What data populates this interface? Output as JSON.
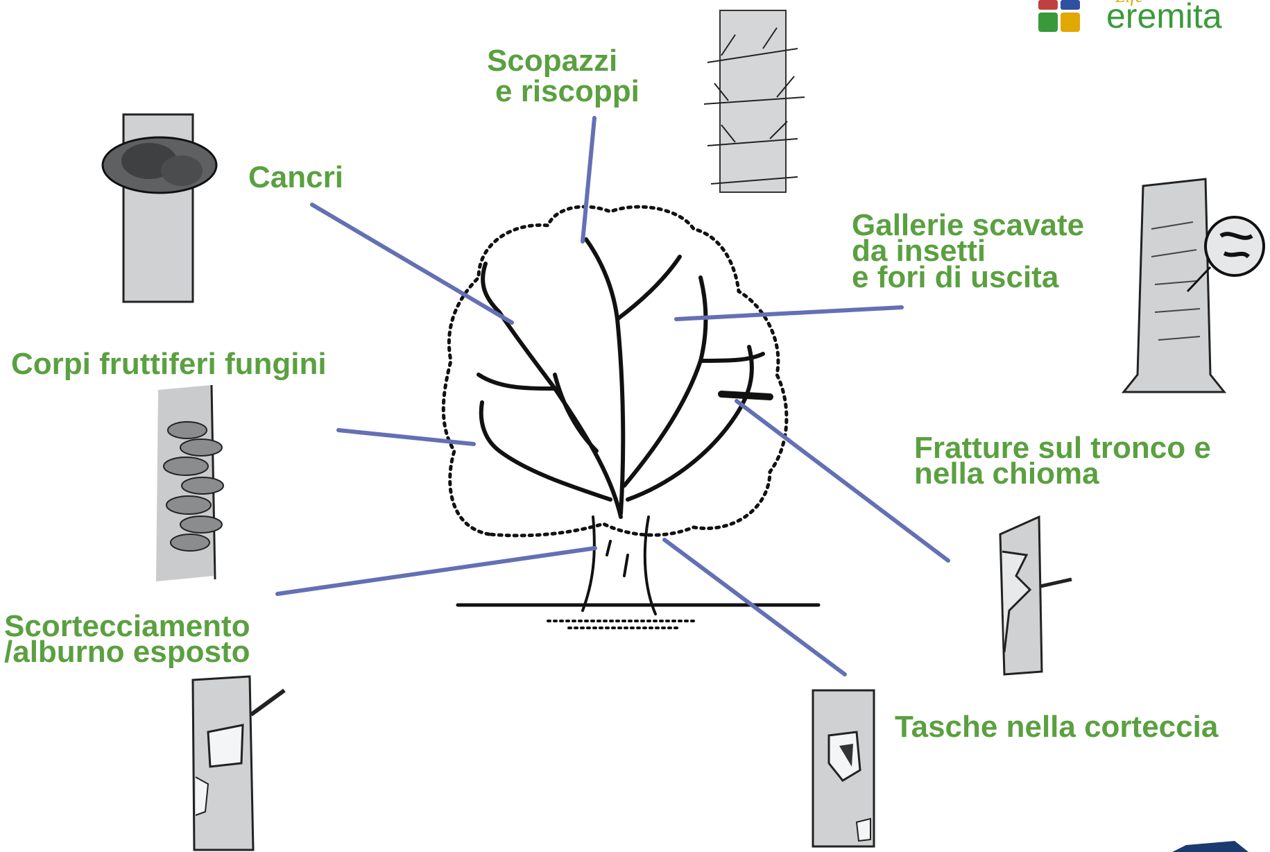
{
  "logo": {
    "life": "Life",
    "word": "eremita"
  },
  "labels": {
    "scopazzi": [
      "Scopazzi",
      "e riscoppi"
    ],
    "cancri": "Cancri",
    "gallerie": [
      "Gallerie scavate",
      "da insetti",
      "e fori di uscita"
    ],
    "corpi": "Corpi fruttiferi fungini",
    "fratture": [
      "Fratture sul tronco e",
      "nella chioma"
    ],
    "scortecciamento": [
      "Scortecciamento",
      "/alburno esposto"
    ],
    "tasche": "Tasche nella corteccia"
  },
  "colors": {
    "label": "#5aa040",
    "leader": "#6470b4",
    "bark": "#c8cacc"
  }
}
